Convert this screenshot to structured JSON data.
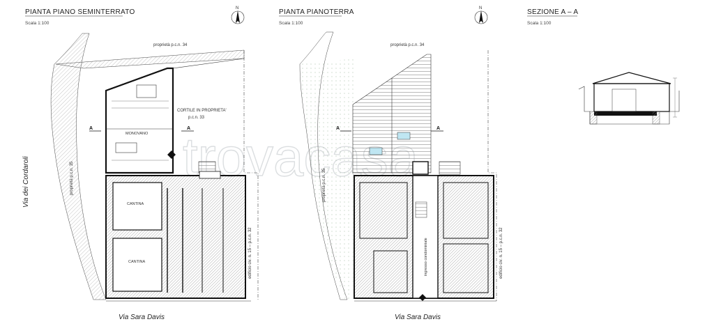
{
  "titles": {
    "basement": "PIANTA PIANO SEMINTERRATO",
    "ground": "PIANTA PIANOTERRA",
    "section": "SEZIONE A – A",
    "scale": "Scala 1:100"
  },
  "north": "N",
  "property_labels": {
    "top": "proprietà p.c.n. 34",
    "left": "proprietà p.c.n. 35",
    "right": "edificio civ. n. 15 – p.c.n. 32"
  },
  "courtyard": {
    "line1": "CORTILE IN PROPRIETA'",
    "line2": "p.c.n. 33"
  },
  "rooms": {
    "monovano": "MONOVANO",
    "cantina1": "CANTINA",
    "cantina2": "CANTINA",
    "ingresso": "ingresso condominiale"
  },
  "streets": {
    "bottom": "Via Sara Davis",
    "left": "Via dei Cordaroli"
  },
  "cut_marker": "A",
  "watermark": "trovacasa",
  "colors": {
    "hatch": "#9a9a9a",
    "wall": "#111111",
    "pool": "#bfe6f2"
  }
}
